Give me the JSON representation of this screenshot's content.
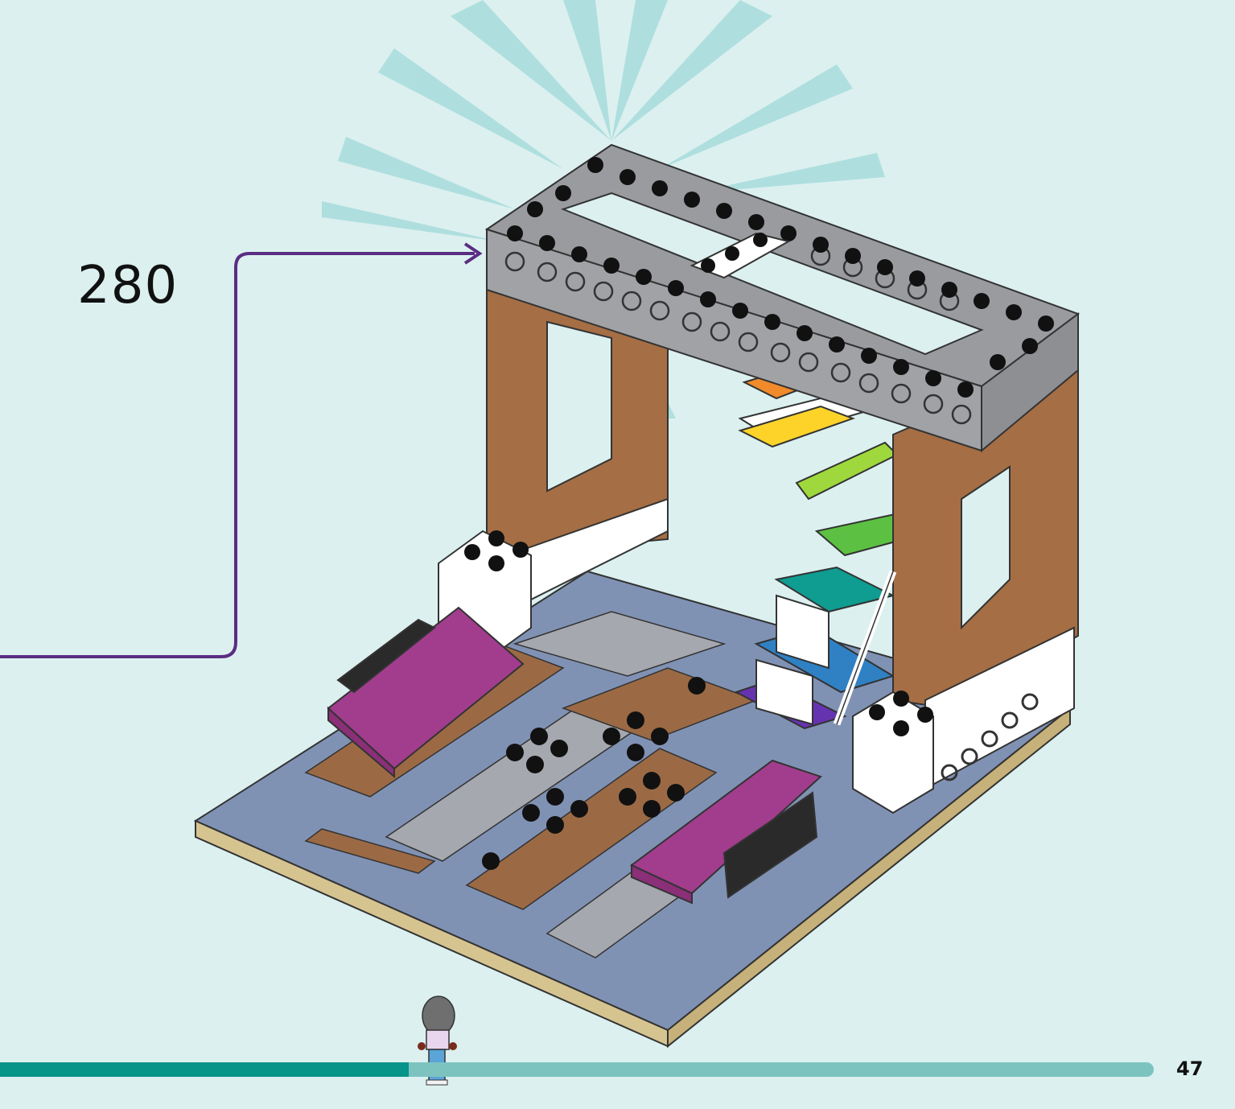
{
  "step": {
    "number": "280"
  },
  "page": {
    "number": "47"
  },
  "progress": {
    "fraction": 0.354
  },
  "colors": {
    "background": "#dcf0f0",
    "callout_arrow": "#5a2d82",
    "progress_done": "#079489",
    "progress_remaining": "#7cc3c0"
  },
  "illustration": {
    "subject": "lego-room-build-with-rainbow-staircase",
    "icons": [
      "callout-arrow-icon",
      "highlight-burst-icon",
      "minifigure-icon"
    ]
  }
}
